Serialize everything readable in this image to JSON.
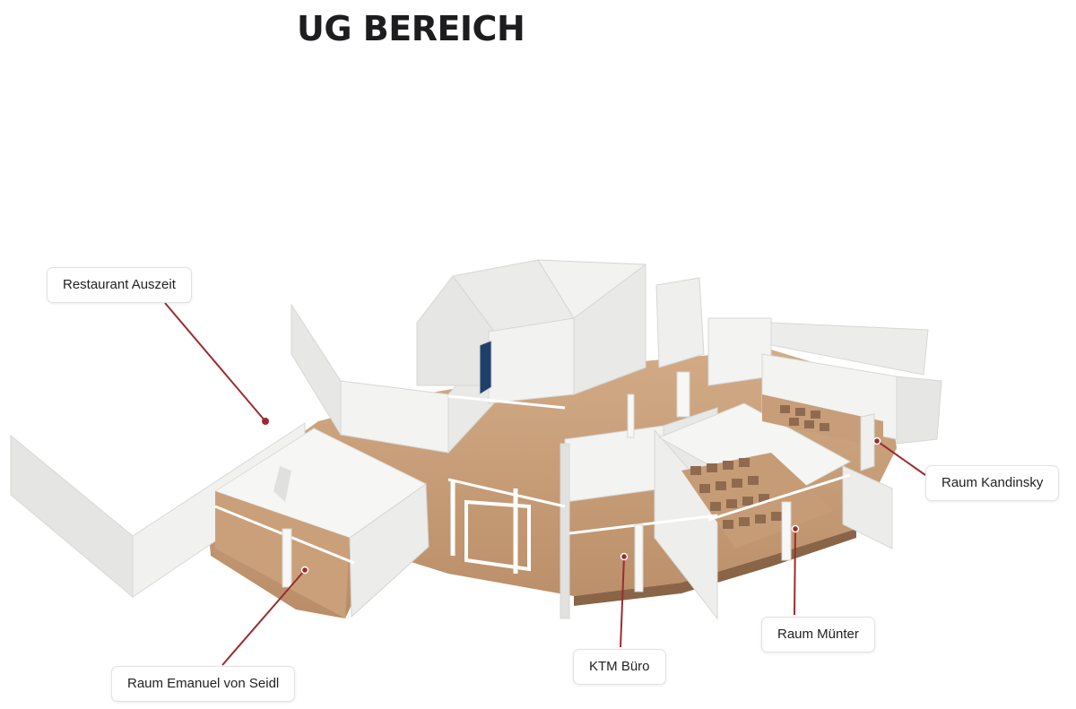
{
  "page": {
    "title": "UG BEREICH"
  },
  "colors": {
    "accent": "#9b2c2f",
    "floor": "#c49a74",
    "wall": "#f3f3f1"
  },
  "rooms": [
    {
      "id": "restaurant",
      "label": "Restaurant Auszeit"
    },
    {
      "id": "kandinsky",
      "label": "Raum Kandinsky"
    },
    {
      "id": "muenter",
      "label": "Raum Münter"
    },
    {
      "id": "ktm",
      "label": "KTM Büro"
    },
    {
      "id": "seidl",
      "label": "Raum Emanuel von Seidl"
    }
  ]
}
